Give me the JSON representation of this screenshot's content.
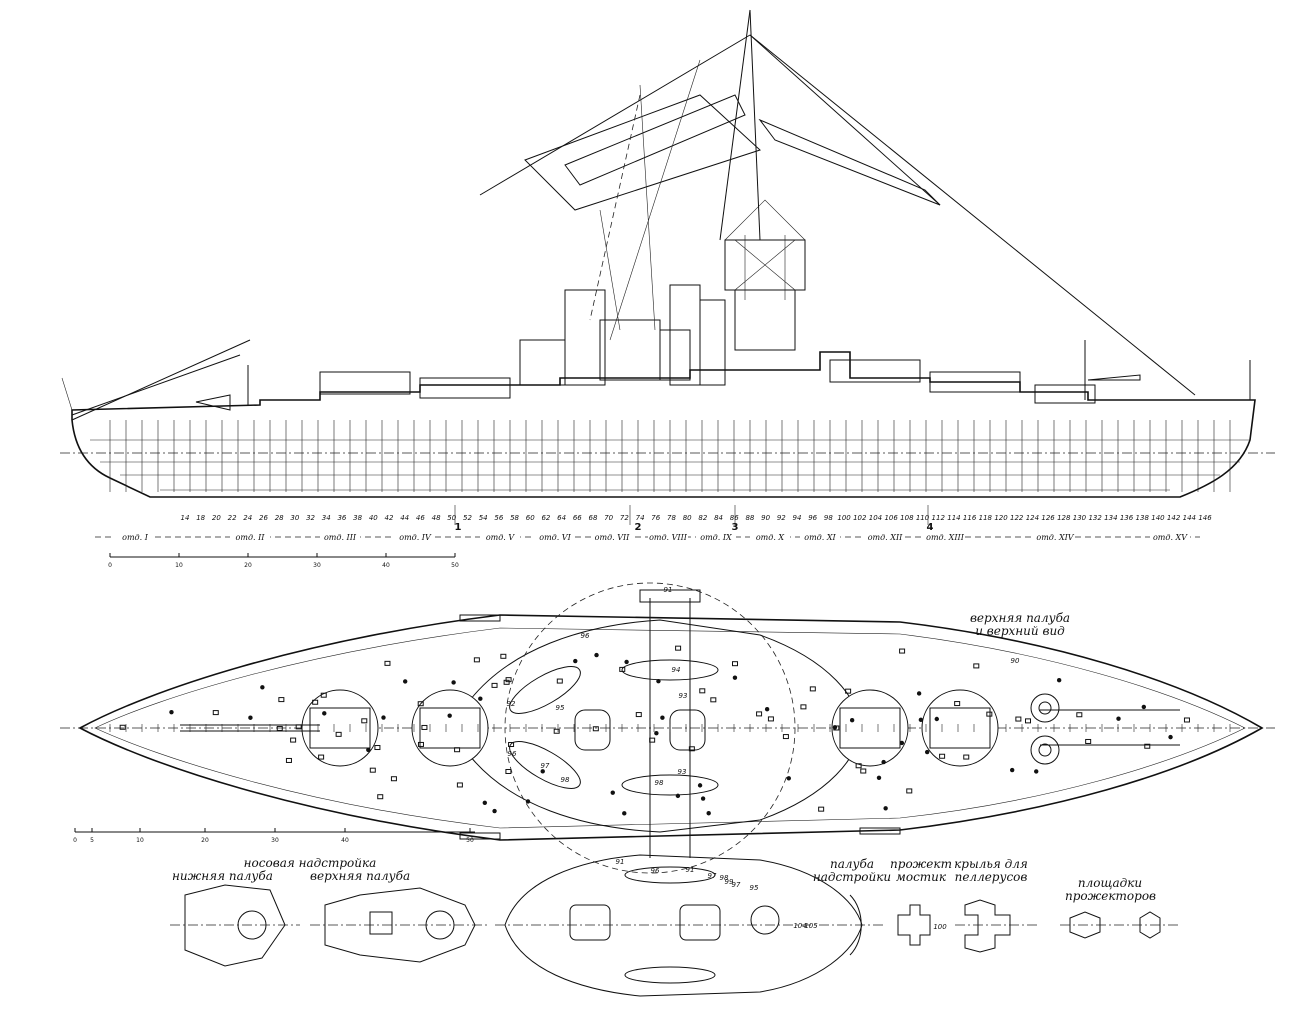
{
  "labels": {
    "upper_deck": "верхняя палуба\nи верхний вид",
    "bow_superstructure": "носовая надстройка",
    "lower_deck": "нижняя палуба",
    "upper_deck_small": "верхняя палуба",
    "superstructure_deck": "палуба\nнадстройки",
    "searchlight_bridge": "прожект\nмостик",
    "pelorus_wings": "крылья для\nпеллерусов",
    "searchlight_platforms": "площадки\nпрожекторов"
  },
  "compartments": [
    "отд. I",
    "отд. II",
    "отд. III",
    "отд. IV",
    "отд. V",
    "отд. VI",
    "отд. VII",
    "отд. VIII",
    "отд. IX",
    "отд. X",
    "отд. XI",
    "отд. XII",
    "отд. XIII",
    "отд. XIV",
    "отд. XV"
  ],
  "section_numbers": [
    "1",
    "2",
    "3",
    "4"
  ],
  "frame_numbers": [
    "14",
    "18",
    "20",
    "22",
    "24",
    "26",
    "28",
    "30",
    "32",
    "34",
    "36",
    "38",
    "40",
    "42",
    "44",
    "46",
    "48",
    "50",
    "52",
    "54",
    "56",
    "58",
    "60",
    "62",
    "64",
    "66",
    "68",
    "70",
    "72",
    "74",
    "76",
    "78",
    "80",
    "82",
    "84",
    "86",
    "88",
    "90",
    "92",
    "94",
    "96",
    "98",
    "100",
    "102",
    "104",
    "106",
    "108",
    "110",
    "112",
    "114",
    "116",
    "118",
    "120",
    "122",
    "124",
    "126",
    "128",
    "130",
    "132",
    "134",
    "136",
    "138",
    "140",
    "142",
    "144",
    "146"
  ],
  "profile_scale": [
    "0",
    "10",
    "20",
    "30",
    "40",
    "50"
  ],
  "plan_scale": [
    "0",
    "5",
    "10",
    "20",
    "30",
    "40",
    "50"
  ],
  "plan_callouts": [
    "91",
    "94",
    "93",
    "93",
    "92",
    "95",
    "96",
    "97",
    "98",
    "98",
    "96",
    "91",
    "96",
    "91",
    "97",
    "98",
    "99",
    "97",
    "95",
    "104",
    "105",
    "100",
    "90"
  ],
  "colors": {
    "ink": "#111111",
    "paper": "#ffffff"
  }
}
